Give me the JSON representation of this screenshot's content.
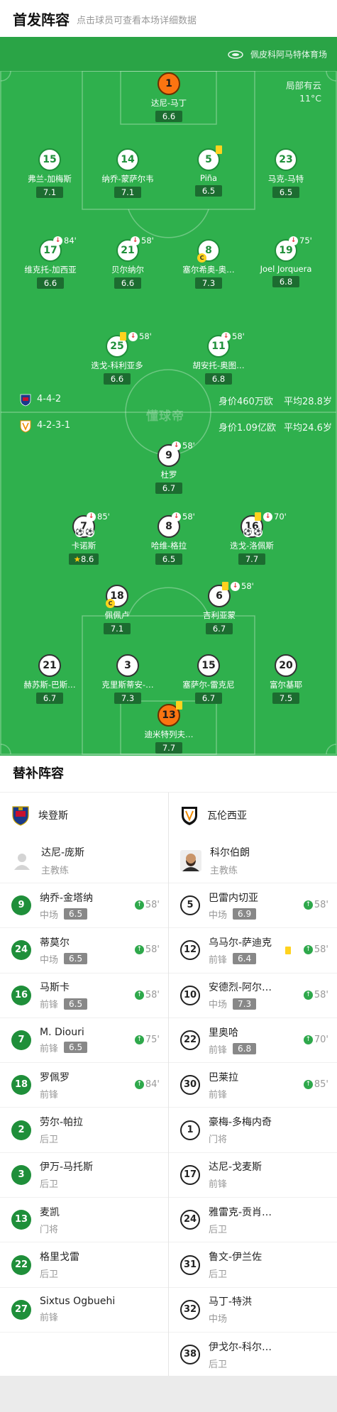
{
  "header": {
    "title": "首发阵容",
    "subtitle": "点击球员可查看本场详细数据"
  },
  "venue": {
    "name": "佩皮科阿马特体育场",
    "icon": "stadium-icon"
  },
  "weather": {
    "condition": "局部有云",
    "temperature": "11°C"
  },
  "watermark": "懂球帝",
  "home_team": {
    "name": "埃登斯",
    "formation": "4-4-2",
    "value": "身价460万欧",
    "avg_age": "平均28.8岁",
    "colors": {
      "primary": "#1a3a8a",
      "secondary": "#c8102e"
    }
  },
  "away_team": {
    "name": "瓦伦西亚",
    "formation": "4-2-3-1",
    "value": "身价1.09亿欧",
    "avg_age": "平均24.6岁",
    "colors": {
      "primary": "#ffffff",
      "secondary": "#f28c00"
    }
  },
  "home_players": [
    {
      "number": "1",
      "name": "达尼-马丁",
      "rating": "6.6"
    },
    {
      "number": "15",
      "name": "弗兰-加梅斯",
      "rating": "7.1"
    },
    {
      "number": "14",
      "name": "纳乔-蒙萨尔韦",
      "rating": "7.1"
    },
    {
      "number": "5",
      "name": "Piña",
      "rating": "6.5"
    },
    {
      "number": "23",
      "name": "马克-马特",
      "rating": "6.5"
    },
    {
      "number": "17",
      "name": "维克托-加西亚",
      "rating": "6.6",
      "sub_minute": "84'"
    },
    {
      "number": "21",
      "name": "贝尔纳尔",
      "rating": "6.6",
      "sub_minute": "58'"
    },
    {
      "number": "8",
      "name": "塞尔希奥-奥…",
      "rating": "7.3",
      "captain": "C"
    },
    {
      "number": "19",
      "name": "Joel Jorquera",
      "rating": "6.8",
      "sub_minute": "75'"
    },
    {
      "number": "25",
      "name": "迭戈-科利亚多",
      "rating": "6.6",
      "sub_minute": "58'"
    },
    {
      "number": "11",
      "name": "胡安托-奥图…",
      "rating": "6.8",
      "sub_minute": "58'"
    }
  ],
  "away_players": [
    {
      "number": "9",
      "name": "杜罗",
      "rating": "6.7",
      "sub_minute": "58'"
    },
    {
      "number": "7",
      "name": "卡诺斯",
      "rating": "8.6",
      "sub_minute": "85'"
    },
    {
      "number": "8",
      "name": "哈维-格拉",
      "rating": "6.5",
      "sub_minute": "58'"
    },
    {
      "number": "16",
      "name": "迭戈-洛佩斯",
      "rating": "7.7",
      "sub_minute": "70'"
    },
    {
      "number": "18",
      "name": "佩佩卢",
      "rating": "7.1",
      "captain": "C"
    },
    {
      "number": "6",
      "name": "吉利亚蒙",
      "rating": "6.7",
      "sub_minute": "58'"
    },
    {
      "number": "21",
      "name": "赫苏斯-巴斯…",
      "rating": "6.7"
    },
    {
      "number": "3",
      "name": "克里斯蒂安-…",
      "rating": "7.3"
    },
    {
      "number": "15",
      "name": "塞萨尔-雷克尼",
      "rating": "6.7"
    },
    {
      "number": "20",
      "name": "富尔基耶",
      "rating": "7.5"
    },
    {
      "number": "13",
      "name": "迪米特列夫…",
      "rating": "7.7"
    }
  ],
  "subs": {
    "title": "替补阵容",
    "home": {
      "coach": {
        "name": "达尼-庞斯",
        "role": "主教练"
      },
      "players": [
        {
          "number": "9",
          "name": "纳乔-金塔纳",
          "position": "中场",
          "rating": "6.5",
          "sub_in": "58'"
        },
        {
          "number": "24",
          "name": "蒂莫尔",
          "position": "中场",
          "rating": "6.5",
          "sub_in": "58'"
        },
        {
          "number": "16",
          "name": "马斯卡",
          "position": "前锋",
          "rating": "6.5",
          "sub_in": "58'"
        },
        {
          "number": "7",
          "name": "M. Diouri",
          "position": "前锋",
          "rating": "6.5",
          "sub_in": "75'"
        },
        {
          "number": "18",
          "name": "罗佩罗",
          "position": "前锋",
          "sub_in": "84'"
        },
        {
          "number": "2",
          "name": "劳尔-帕拉",
          "position": "后卫"
        },
        {
          "number": "3",
          "name": "伊万-马托斯",
          "position": "后卫"
        },
        {
          "number": "13",
          "name": "麦凯",
          "position": "门将"
        },
        {
          "number": "22",
          "name": "格里戈雷",
          "position": "后卫"
        },
        {
          "number": "27",
          "name": "Sixtus Ogbuehi",
          "position": "前锋"
        }
      ]
    },
    "away": {
      "coach": {
        "name": "科尔伯朗",
        "role": "主教练"
      },
      "players": [
        {
          "number": "5",
          "name": "巴雷内切亚",
          "position": "中场",
          "rating": "6.9",
          "sub_in": "58'"
        },
        {
          "number": "12",
          "name": "乌马尔-萨迪克",
          "position": "前锋",
          "rating": "6.4",
          "sub_in": "58'",
          "yellow_card": true
        },
        {
          "number": "10",
          "name": "安德烈-阿尔…",
          "position": "中场",
          "rating": "7.3",
          "sub_in": "58'"
        },
        {
          "number": "22",
          "name": "里奥哈",
          "position": "前锋",
          "rating": "6.8",
          "sub_in": "70'"
        },
        {
          "number": "30",
          "name": "巴莱拉",
          "position": "前锋",
          "sub_in": "85'"
        },
        {
          "number": "1",
          "name": "豪梅-多梅内奇",
          "position": "门将"
        },
        {
          "number": "17",
          "name": "达尼-戈麦斯",
          "position": "前锋"
        },
        {
          "number": "24",
          "name": "雅雷克-贡肖…",
          "position": "后卫"
        },
        {
          "number": "31",
          "name": "鲁文-伊兰佐",
          "position": "后卫"
        },
        {
          "number": "32",
          "name": "马丁-特洪",
          "position": "中场"
        },
        {
          "number": "38",
          "name": "伊戈尔-科尔…",
          "position": "后卫"
        }
      ]
    }
  }
}
